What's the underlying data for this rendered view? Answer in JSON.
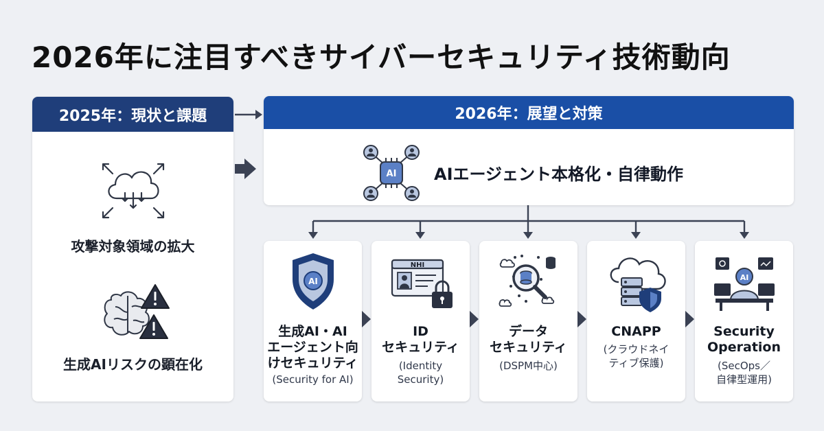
{
  "title": "2026年に注目すべきサイバーセキュリティ技術動向",
  "left_panel": {
    "header": "2025年：現状と課題",
    "items": [
      {
        "label": "攻撃対象領域の拡大",
        "icon": "cloud-expand-icon"
      },
      {
        "label": "生成AIリスクの顕在化",
        "icon": "brain-warning-icon"
      }
    ]
  },
  "right_panel": {
    "header": "2026年：展望と対策",
    "main_label": "AIエージェント本格化・自律動作",
    "main_icon": "ai-agent-network-icon"
  },
  "cards": [
    {
      "title_lines": [
        "生成AI・AI",
        "エージェント向",
        "けセキュリティ"
      ],
      "sub_lines": [
        "(Security for AI)"
      ],
      "icon": "ai-shield-icon"
    },
    {
      "title_lines": [
        "ID",
        "セキュリティ"
      ],
      "sub_lines": [
        "(Identity",
        "Security)"
      ],
      "icon": "nhi-id-card-lock-icon",
      "icon_text": "NHI"
    },
    {
      "title_lines": [
        "データ",
        "セキュリティ"
      ],
      "sub_lines": [
        "(DSPM中心)"
      ],
      "icon": "data-magnifier-icon"
    },
    {
      "title_lines": [
        "CNAPP"
      ],
      "sub_lines": [
        "(クラウドネイ",
        "ティブ保護)"
      ],
      "icon": "cloud-server-shield-icon"
    },
    {
      "title_lines": [
        "Security",
        "Operation"
      ],
      "sub_lines": [
        "(SecOps／",
        "自律型運用)"
      ],
      "icon": "ai-operator-icon"
    }
  ],
  "colors": {
    "left_header": "#1f3e7a",
    "right_header": "#1a4fa6",
    "connector": "#3b4254",
    "icon_blue": "#1f3e7a"
  }
}
